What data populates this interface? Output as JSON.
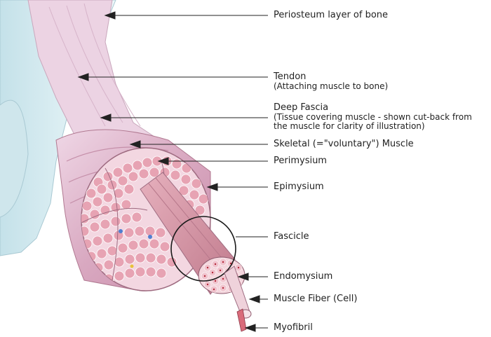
{
  "labels": {
    "periosteum": "Periosteum layer of bone",
    "tendon": "Tendon",
    "tendon_note": "(Attaching muscle to bone)",
    "deep_fascia": "Deep Fascia",
    "deep_fascia_note_1": "(Tissue covering muscle - shown cut-back from",
    "deep_fascia_note_2": "the muscle for clarity of illustration)",
    "skeletal_muscle": "Skeletal (=\"voluntary\") Muscle",
    "perimysium": "Perimysium",
    "epimysium": "Epimysium",
    "fascicle": "Fascicle",
    "endomysium": "Endomysium",
    "muscle_fiber": "Muscle Fiber (Cell)",
    "myofibril": "Myofibril"
  },
  "colors": {
    "bone": "#d7ecf1",
    "tendon": "#e9cfe0",
    "muscle": "#d8a2b5",
    "fiber": "#f3c9d1",
    "fiber_dot": "#b4283a",
    "leader": "#222222"
  }
}
